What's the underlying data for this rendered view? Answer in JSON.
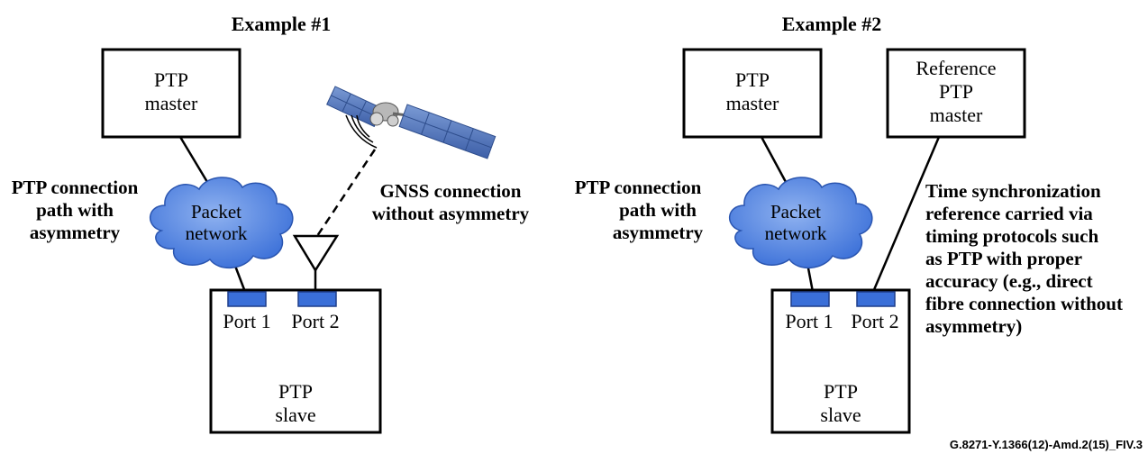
{
  "example1": {
    "title": "Example #1",
    "master": {
      "line1": "PTP",
      "line2": "master"
    },
    "cloud": {
      "line1": "Packet",
      "line2": "network"
    },
    "connection_label": [
      "PTP connection",
      "path with",
      "asymmetry"
    ],
    "gnss_label": [
      "GNSS connection",
      "without asymmetry"
    ],
    "ports": {
      "port1": "Port 1",
      "port2": "Port 2"
    },
    "slave": {
      "line1": "PTP",
      "line2": "slave"
    }
  },
  "example2": {
    "title": "Example #2",
    "master": {
      "line1": "PTP",
      "line2": "master"
    },
    "ref_master": {
      "line1": "Reference",
      "line2": "PTP",
      "line3": "master"
    },
    "cloud": {
      "line1": "Packet",
      "line2": "network"
    },
    "connection_label": [
      "PTP connection",
      "path with",
      "asymmetry"
    ],
    "time_sync_label": [
      "Time synchronization",
      "reference carried via",
      "timing protocols such",
      "as PTP with proper",
      "accuracy (e.g., direct",
      "fibre connection without",
      "asymmetry)"
    ],
    "ports": {
      "port1": "Port 1",
      "port2": "Port 2"
    },
    "slave": {
      "line1": "PTP",
      "line2": "slave"
    }
  },
  "figure_id": "G.8271-Y.1366(12)-Amd.2(15)_FIV.3",
  "colors": {
    "port_fill": "#3a6fd8",
    "cloud_fill": "#4a7bdc",
    "satellite_panel": "#5a7fc0"
  }
}
